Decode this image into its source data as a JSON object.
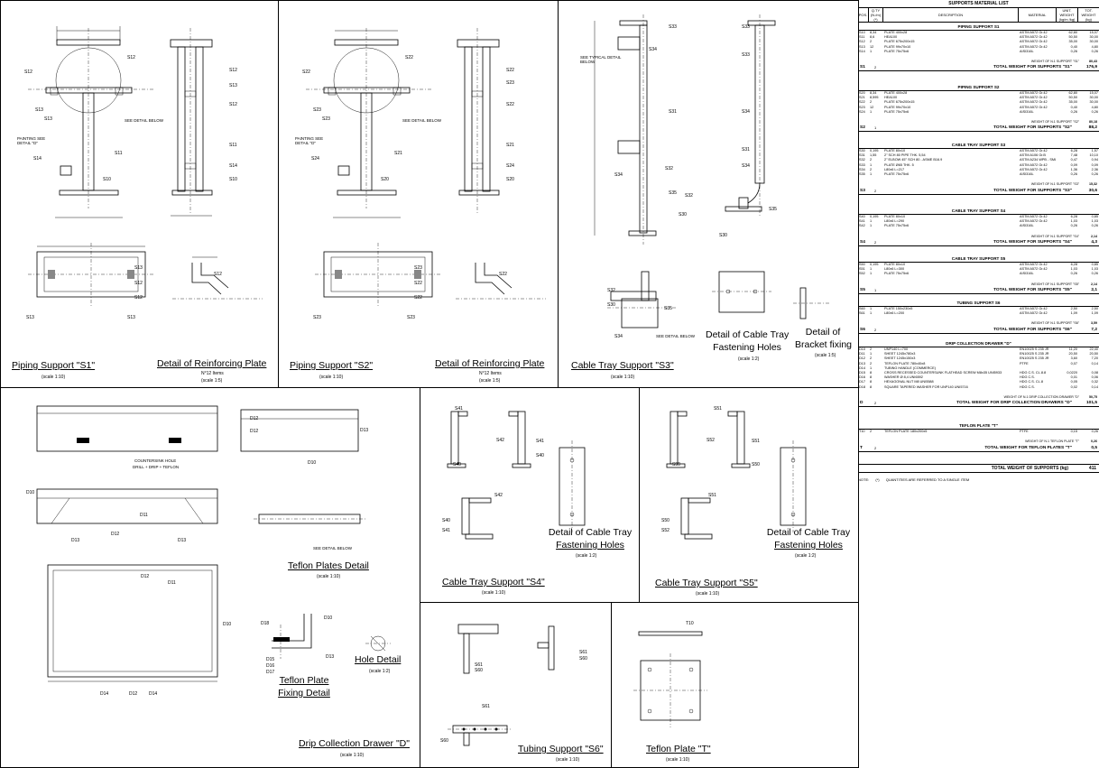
{
  "panels": {
    "s1": {
      "title": "Piping Support \"S1\"",
      "scale": "(scale 1:10)",
      "detail_title": "Detail of Reinforcing Plate",
      "detail_items": "N°12 Items",
      "detail_scale": "(scale 1:5)",
      "labels": [
        "S12",
        "S13",
        "S12",
        "S13",
        "S11",
        "S14",
        "S10",
        "S11",
        "S12",
        "S13",
        "S12",
        "S14",
        "S10",
        "S13",
        "S12",
        "S12",
        "S13",
        "S13",
        "S12"
      ],
      "notes": [
        "SEE DETAIL BELOW",
        "PAINTING SEE DETAIL \"D\""
      ]
    },
    "s2": {
      "title": "Piping Support \"S2\"",
      "scale": "(scale 1:10)",
      "detail_title": "Detail of Reinforcing Plate",
      "detail_items": "N°12 Items",
      "detail_scale": "(scale 1:5)",
      "labels": [
        "S22",
        "S23",
        "S22",
        "S23",
        "S21",
        "S24",
        "S20",
        "S21",
        "S22",
        "S23",
        "S22",
        "S24",
        "S20",
        "S23",
        "S22",
        "S22",
        "S23",
        "S23",
        "S22"
      ],
      "notes": [
        "SEE DETAIL BELOW",
        "PAINTING SEE DETAIL \"D\""
      ]
    },
    "s3": {
      "title": "Cable Tray Support \"S3\"",
      "scale": "(scale 1:10)",
      "detail1_title_a": "Detail of Cable Tray",
      "detail1_title_b": "Fastening Holes",
      "detail1_scale": "(scale 1:2)",
      "detail2_title_a": "Detail of",
      "detail2_title_b": "Bracket fixing",
      "detail2_scale": "(scale 1:5)",
      "labels": [
        "S33",
        "S34",
        "S31",
        "S34",
        "S33",
        "S32",
        "S35",
        "S30",
        "S33",
        "S34",
        "S31",
        "S34",
        "S32",
        "S35",
        "S30",
        "S32",
        "S30",
        "S35",
        "S34"
      ],
      "notes": [
        "SEE TYPICAL DETAIL BELOW",
        "SEE DETAIL BELOW"
      ]
    },
    "d": {
      "title": "Drip Collection Drawer \"D\"",
      "scale": "(scale 1:10)",
      "teflon_title": "Teflon Plates Detail",
      "teflon_scale": "(scale 1:10)",
      "fix_title_a": "Teflon Plate",
      "fix_title_b": "Fixing Detail",
      "hole_title": "Hole Detail",
      "hole_scale": "(scale 1:2)",
      "labels": [
        "D12",
        "D13",
        "D10",
        "D12",
        "D10",
        "D11",
        "D12",
        "D13",
        "D13",
        "D12",
        "D11",
        "D10",
        "D14",
        "D12",
        "D14",
        "D18",
        "D10",
        "D15",
        "D16",
        "D17",
        "D13"
      ],
      "notes": [
        "COUNTERSINK HOLE",
        "DRILL + DRIP + TEFLON",
        "SEE DETAIL BELOW"
      ]
    },
    "s4": {
      "title": "Cable Tray Support \"S4\"",
      "scale": "(scale 1:10)",
      "detail_title_a": "Detail of Cable Tray",
      "detail_title_b": "Fastening Holes",
      "detail_scale": "(scale 1:2)",
      "labels": [
        "S41",
        "S42",
        "S41",
        "S40",
        "S40",
        "S42",
        "S40",
        "S41"
      ]
    },
    "s5": {
      "title": "Cable Tray Support \"S5\"",
      "scale": "(scale 1:10)",
      "detail_title_a": "Detail of Cable Tray",
      "detail_title_b": "Fastening Holes",
      "detail_scale": "(scale 1:2)",
      "labels": [
        "S51",
        "S52",
        "S51",
        "S50",
        "S50",
        "S51",
        "S52",
        "S50"
      ]
    },
    "s6": {
      "title": "Tubing Support \"S6\"",
      "scale": "(scale 1:10)",
      "labels": [
        "S61",
        "S60",
        "S61",
        "S60",
        "S61",
        "S60"
      ]
    },
    "t": {
      "title": "Teflon Plate \"T\"",
      "scale": "(scale 1:10)",
      "labels": [
        "T10"
      ]
    }
  },
  "bom": {
    "title": "SUPPORTS MATERIAL LIST",
    "columns": [
      "POS.",
      "Q.TY (N./m) (*)",
      "DESCRIPTION",
      "MATERIAL",
      "UNIT. WEIGHT (kg/m /kg)",
      "TOT. WEIGHT (kg)"
    ],
    "sections": [
      {
        "title": "PIPING SUPPORT S1",
        "rows": [
          [
            "S10",
            "8,34",
            "PLATE 400x28",
            "ASTM A572 Gr.42",
            "62,80",
            "15,07"
          ],
          [
            "S11",
            "8,6",
            "HEA100",
            "ASTM A572 Gr.42",
            "50,50",
            "30,00"
          ],
          [
            "S12",
            "2",
            "PLATE 675x200x15",
            "ASTM A572 Gr.42",
            "35,00",
            "30,00"
          ],
          [
            "S13",
            "12",
            "PLATE 99x70x10",
            "ASTM A572 Gr.42",
            "0,40",
            "4,80"
          ],
          [
            "S14",
            "1",
            "PLATE 75x75x6",
            "AISI316L",
            "0,26",
            "0,26"
          ]
        ],
        "weight_label": "WEIGHT OF N.1 SUPPORT \"S1\"",
        "weight": "80,43",
        "pos": "S1",
        "qty": "2",
        "total_label": "TOTAL WEIGHT FOR SUPPORTS \"S1\"",
        "total": "176,9"
      },
      {
        "title": "PIPING SUPPORT S2",
        "rows": [
          [
            "S20",
            "8,34",
            "PLATE 400x28",
            "ASTM A572 Gr.42",
            "62,80",
            "15,07"
          ],
          [
            "S21",
            "8,595",
            "HEA100",
            "ASTM A572 Gr.42",
            "50,50",
            "30,00"
          ],
          [
            "S22",
            "2",
            "PLATE 675x200x15",
            "ASTM A572 Gr.42",
            "35,00",
            "30,00"
          ],
          [
            "S23",
            "12",
            "PLATE 99x70x10",
            "ASTM A572 Gr.42",
            "0,40",
            "4,80"
          ],
          [
            "S24",
            "1",
            "PLATE 75x75x6",
            "AISI316L",
            "0,26",
            "0,26"
          ]
        ],
        "weight_label": "WEIGHT OF N.1 SUPPORT \"S2\"",
        "weight": "80,18",
        "pos": "S2",
        "qty": "1",
        "total_label": "TOTAL WEIGHT FOR SUPPORTS \"S2\"",
        "total": "88,2"
      },
      {
        "title": "CABLE TRAY SUPPORT S3",
        "rows": [
          [
            "S30",
            "0,195",
            "PLATE 80x10",
            "ASTM A572 Gr.42",
            "6,28",
            "1,57"
          ],
          [
            "S31",
            "1,55",
            "2\" SCH 80 PIPE THK. 5,54",
            "ASTM A106 Gr.B",
            "7,48",
            "10,10"
          ],
          [
            "S32",
            "2",
            "2\" ELBOW 45° SCH 80 - ASME B16.9",
            "ASTM A234 WPB - SMLS",
            "0,47",
            "0,94"
          ],
          [
            "S33",
            "1",
            "PLATE Ø65 THK. 5",
            "ASTM A572 Gr.42",
            "0,09",
            "0,09"
          ],
          [
            "S34",
            "2",
            "L80x6 L=217",
            "ASTM A572 Gr.42",
            "1,36",
            "2,36"
          ],
          [
            "S35",
            "1",
            "PLATE 75x75x6",
            "AISI316L",
            "0,26",
            "0,26"
          ]
        ],
        "weight_label": "WEIGHT OF N.1 SUPPORT \"S3\"",
        "weight": "15,32",
        "pos": "S3",
        "qty": "2",
        "total_label": "TOTAL WEIGHT FOR SUPPORTS \"S3\"",
        "total": "30,6"
      },
      {
        "title": "CABLE TRAY SUPPORT S4",
        "rows": [
          [
            "S40",
            "0,195",
            "PLATE 80x10",
            "ASTM A572 Gr.42",
            "6,28",
            "0,85"
          ],
          [
            "S41",
            "1",
            "L80x6 L=290",
            "ASTM A572 Gr.42",
            "1,03",
            "1,03"
          ],
          [
            "S42",
            "1",
            "PLATE 75x75x6",
            "AISI316L",
            "0,26",
            "0,26"
          ]
        ],
        "weight_label": "WEIGHT OF N.1 SUPPORT \"S4\"",
        "weight": "2,14",
        "pos": "S4",
        "qty": "2",
        "total_label": "TOTAL WEIGHT FOR SUPPORTS \"S4\"",
        "total": "4,3"
      },
      {
        "title": "CABLE TRAY SUPPORT S5",
        "rows": [
          [
            "S50",
            "0,195",
            "PLATE 80x10",
            "ASTM A572 Gr.42",
            "6,28",
            "0,85"
          ],
          [
            "S51",
            "1",
            "L80x6 L=300",
            "ASTM A572 Gr.42",
            "1,03",
            "1,03"
          ],
          [
            "S52",
            "1",
            "PLATE 75x75x6",
            "AISI316L",
            "0,26",
            "0,26"
          ]
        ],
        "weight_label": "WEIGHT OF N.1 SUPPORT \"S5\"",
        "weight": "2,14",
        "pos": "S5",
        "qty": "1",
        "total_label": "TOTAL WEIGHT FOR SUPPORTS \"S5\"",
        "total": "2,1"
      },
      {
        "title": "TUBING SUPPORT S6",
        "rows": [
          [
            "S60",
            "1",
            "PLATE 150x230x5",
            "ASTM A572 Gr.42",
            "2,50",
            "2,50"
          ],
          [
            "S61",
            "1",
            "L80x6 L=200",
            "ASTM A572 Gr.42",
            "1,09",
            "1,09"
          ]
        ],
        "weight_label": "WEIGHT OF N.1 SUPPORT \"S6\"",
        "weight": "3,59",
        "pos": "S6",
        "qty": "2",
        "total_label": "TOTAL WEIGHT FOR SUPPORTS \"S6\"",
        "total": "7,2"
      },
      {
        "title": "DRIP COLLECTION DRAWER \"D\"",
        "rows": [
          [
            "D10",
            "2",
            "UNP140 L=700",
            "EN10025 S 235 JR",
            "11,20",
            "22,40"
          ],
          [
            "D11",
            "1",
            "SHEET 1245x780x3",
            "EN10025 S 235 JR",
            "20,50",
            "20,50"
          ],
          [
            "D12",
            "2",
            "SHEET 1245x150x3",
            "EN10025 S 235 JR",
            "3,60",
            "7,20"
          ],
          [
            "D13",
            "2",
            "TEFLON PLATE 780x40x8",
            "PTFE",
            "0,07",
            "0,14"
          ],
          [
            "D14",
            "1",
            "TUBING HANDLE (COMMERCE)",
            "",
            "",
            ""
          ],
          [
            "D15",
            "8",
            "CROSS RECESSED COUNTERSUNK FLATHEAD SCREW M8x35 UNI5933",
            "HDG C.S. CL.8.8",
            "0,0220",
            "0,08"
          ],
          [
            "D16",
            "8",
            "WASHER Ø 8,4 UNI6592",
            "HDG C.S.",
            "0,01",
            "0,06"
          ],
          [
            "D17",
            "8",
            "HEXAGONAL NUT M8 UNI5588",
            "HDG C.S. CL.8",
            "0,05",
            "0,32"
          ],
          [
            "D18",
            "8",
            "SQUARE TAPERED WASHER FOR UNP140 UNI5716",
            "HDG C.S.",
            "0,02",
            "0,14"
          ]
        ],
        "weight_label": "WEIGHT OF N.1 DRIP COLLECTION DRAWER \"D\"",
        "weight": "50,75",
        "pos": "D",
        "qty": "2",
        "total_label": "TOTAL WEIGHT FOR DRIP COLLECTION DRAWERS \"D\"",
        "total": "101,5"
      },
      {
        "title": "TEFLON PLATE \"T\"",
        "rows": [
          [
            "T10",
            "2",
            "TEFLON PLATE 180x200x5",
            "PTFE",
            "0,15",
            "0,26"
          ]
        ],
        "weight_label": "WEIGHT OF N.1 TEFLON PLATE \"T\"",
        "weight": "0,26",
        "pos": "T",
        "qty": "2",
        "total_label": "TOTAL WEIGHT FOR TEFLON PLATES \"T\"",
        "total": "0,5"
      }
    ],
    "grand_total_label": "TOTAL WEIGHT OF SUPPORTS (kg)",
    "grand_total": "411",
    "note_label": "NOTE:",
    "note_mark": "(*)",
    "note_text": "QUANTITIES ARE REFERRED TO A SINGLE ITEM"
  }
}
